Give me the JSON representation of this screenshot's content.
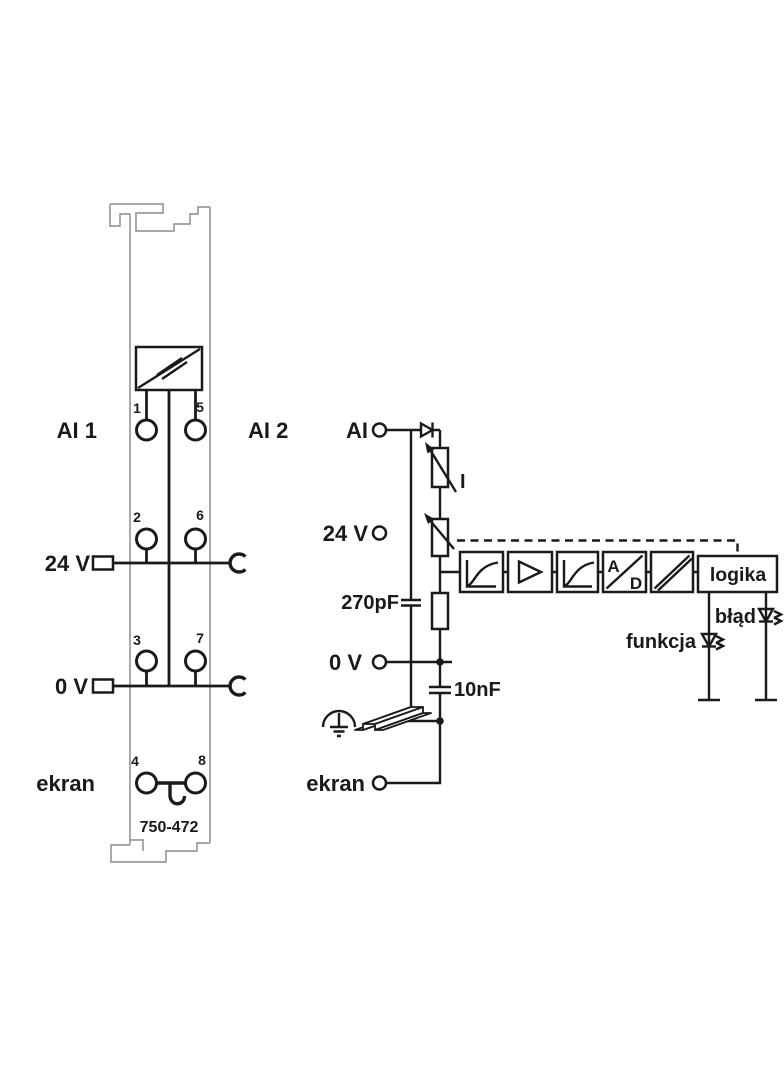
{
  "module": {
    "part_number": "750-472",
    "channel1_label": "AI 1",
    "channel2_label": "AI 2",
    "supply_label": "24 V",
    "ground_label": "0 V",
    "shield_label": "ekran",
    "terminals": {
      "t1": "1",
      "t2": "2",
      "t3": "3",
      "t4": "4",
      "t5": "5",
      "t6": "6",
      "t7": "7",
      "t8": "8"
    }
  },
  "schematic": {
    "input_label": "AI",
    "supply_label": "24 V",
    "cap_input_label": "270pF",
    "ground_label": "0 V",
    "cap_shield_label": "10nF",
    "shield_label": "ekran",
    "current_label": "I",
    "adc_label_a": "A",
    "adc_label_d": "D",
    "logic_label": "logika",
    "led_function_label": "funkcja",
    "led_error_label": "błąd"
  },
  "colors": {
    "line": "#1a1a1a",
    "module_outline": "#9c9c9c",
    "background": "#ffffff"
  }
}
